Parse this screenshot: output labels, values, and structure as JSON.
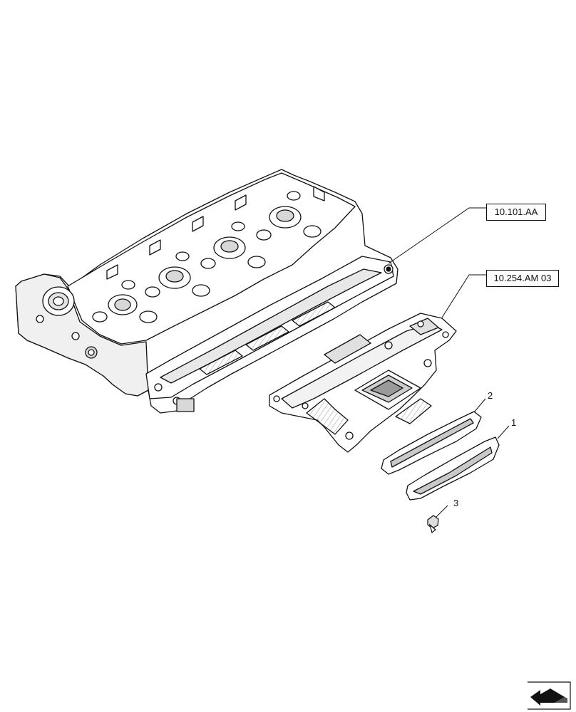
{
  "references": {
    "cylinder_head": "10.101.AA",
    "intake_manifold": "10.254.AM 03"
  },
  "parts": [
    {
      "number": "1",
      "name": "gasket"
    },
    {
      "number": "2",
      "name": "gasket"
    },
    {
      "number": "3",
      "name": "screw"
    }
  ],
  "icons": {
    "navigation": "arrow-icon"
  },
  "colors": {
    "line": "#111111",
    "shade": "#d8d8d8",
    "background": "#ffffff"
  }
}
